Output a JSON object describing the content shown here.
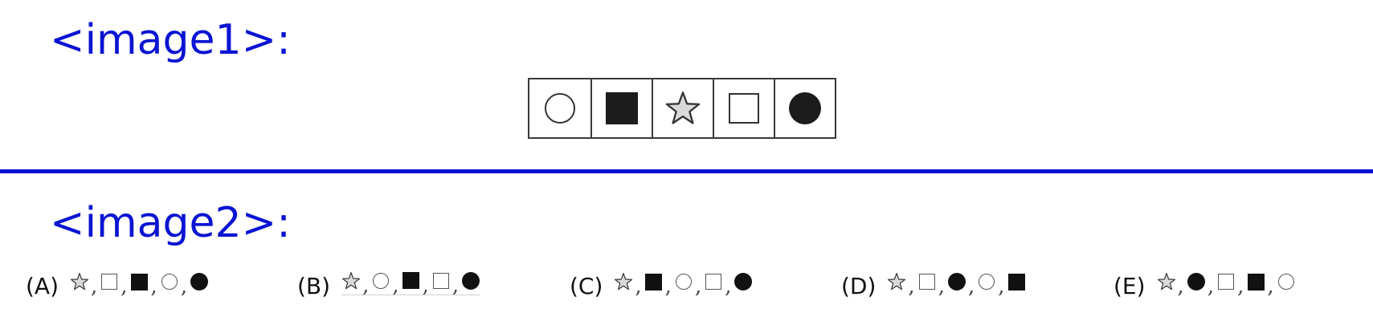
{
  "headings": {
    "image1": "<image1>:",
    "image2": "<image2>:"
  },
  "colors": {
    "heading": "#0a14d2",
    "divider": "#0a14d2"
  },
  "strip": {
    "cells": [
      "circle-outline",
      "square-filled",
      "star",
      "square-outline",
      "circle-filled"
    ]
  },
  "options": [
    {
      "letter": "(A)",
      "sequence": [
        "star",
        "square-outline",
        "square-filled",
        "circle-outline",
        "circle-filled"
      ]
    },
    {
      "letter": "(B)",
      "sequence": [
        "star",
        "circle-outline",
        "square-filled",
        "square-outline",
        "circle-filled"
      ]
    },
    {
      "letter": "(C)",
      "sequence": [
        "star",
        "square-filled",
        "circle-outline",
        "square-outline",
        "circle-filled"
      ]
    },
    {
      "letter": "(D)",
      "sequence": [
        "star",
        "square-outline",
        "circle-filled",
        "circle-outline",
        "square-filled"
      ]
    },
    {
      "letter": "(E)",
      "sequence": [
        "star",
        "circle-filled",
        "square-outline",
        "square-filled",
        "circle-outline"
      ]
    }
  ],
  "comma": ","
}
